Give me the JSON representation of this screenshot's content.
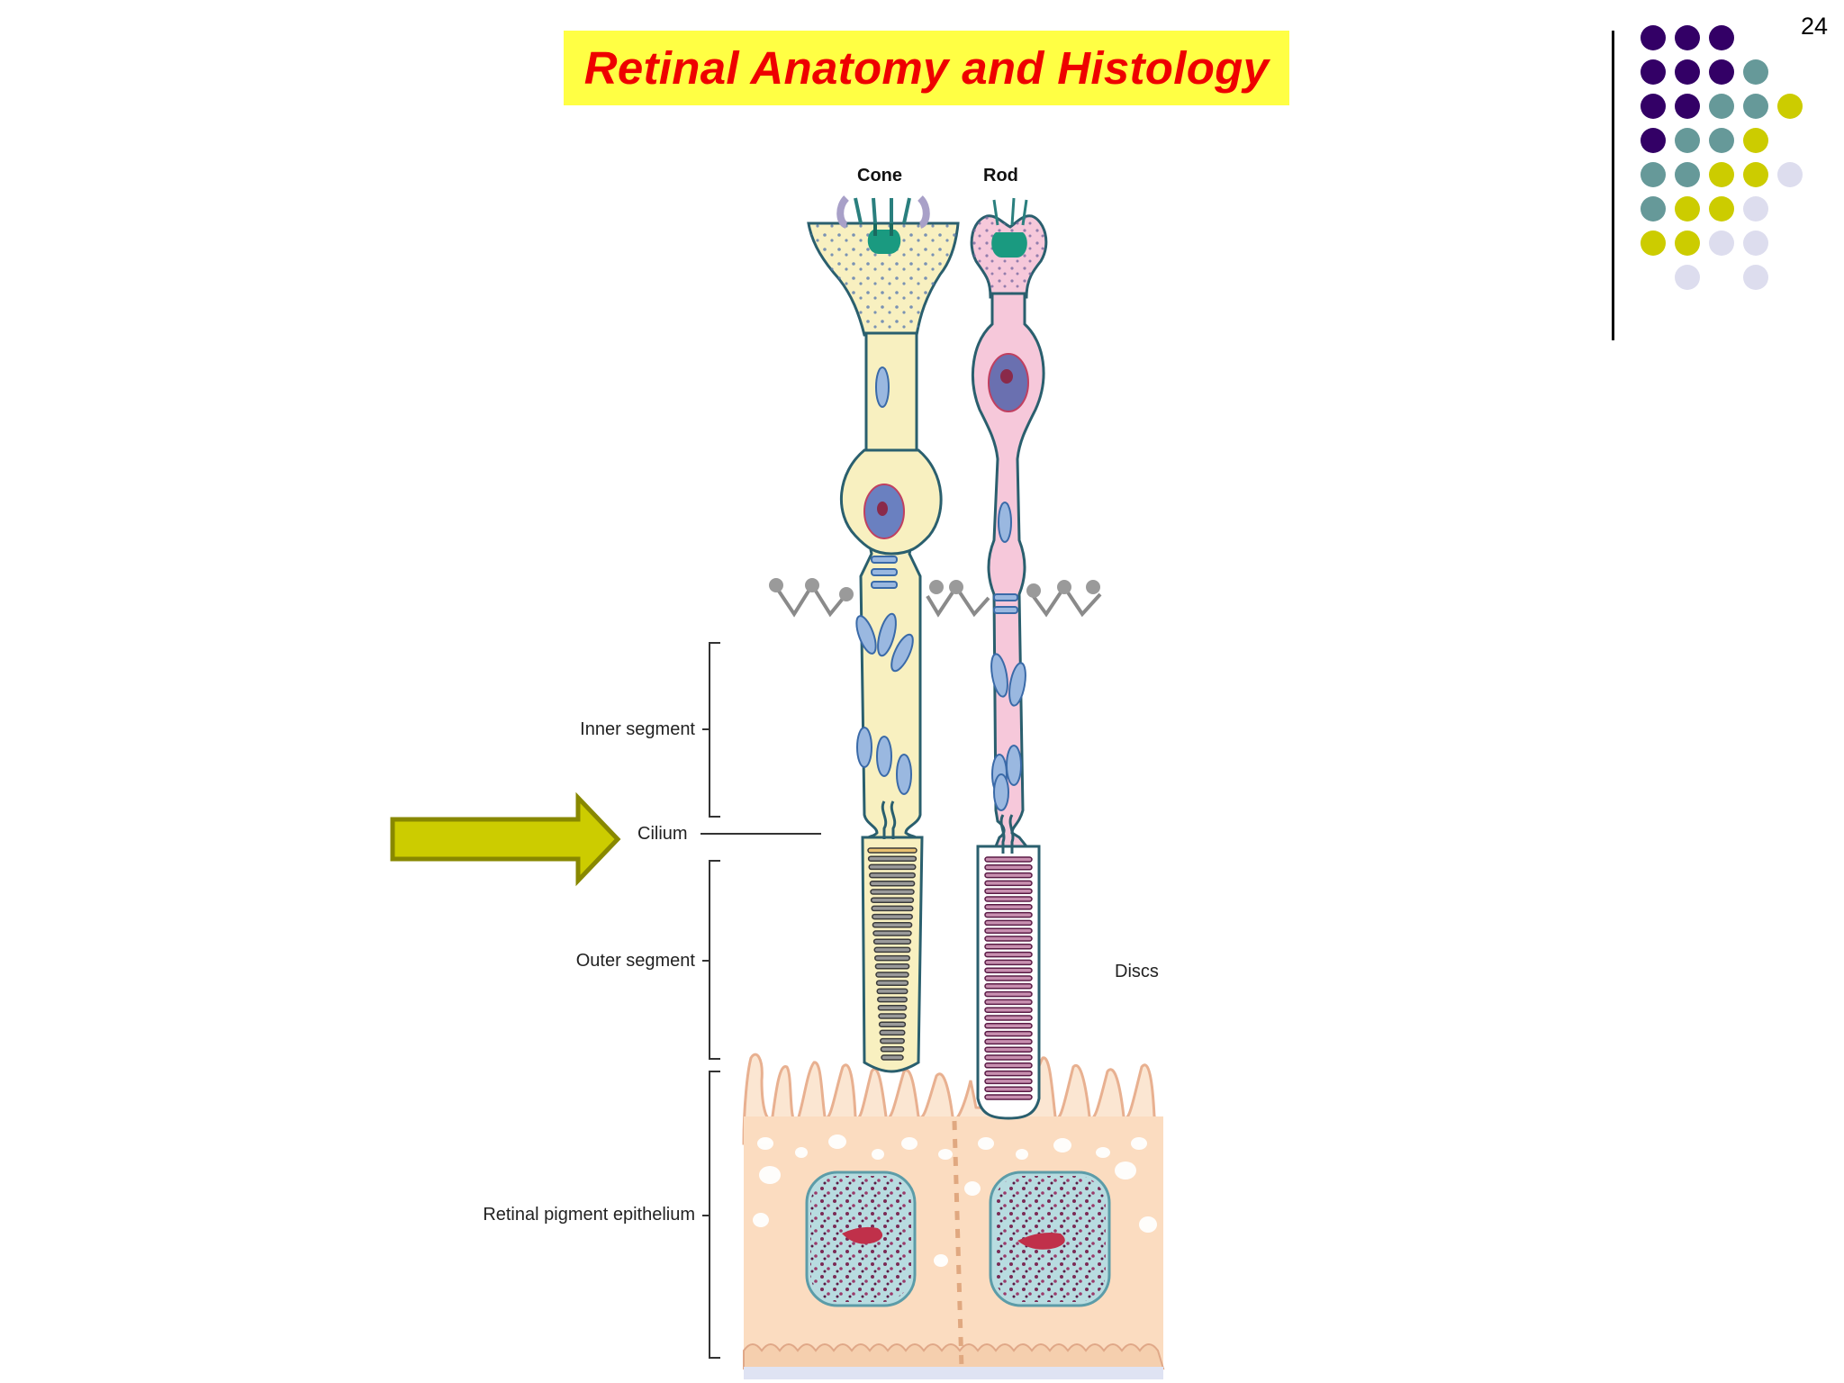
{
  "slide": {
    "title": "Retinal Anatomy and Histology",
    "page_number": "24"
  },
  "diagram": {
    "column_labels": {
      "cone": "Cone",
      "rod": "Rod"
    },
    "labels": {
      "inner_segment": "Inner segment",
      "cilium": "Cilium",
      "outer_segment": "Outer segment",
      "discs": "Discs",
      "rpe": "Retinal pigment epithelium"
    }
  },
  "colors": {
    "title_bg": "#ffff44",
    "title_text": "#ee0000",
    "arrow": "#cccc00",
    "arrow_border": "#888800",
    "purple": "#330066",
    "teal": "#669999",
    "olive": "#cccc00",
    "lavender": "#ddddee",
    "cone_fill": "#f8f0c0",
    "rod_fill": "#f6c8da",
    "rpe_fill": "#fbdcc0",
    "outline": "#2a5f6e"
  },
  "decor_dots": [
    [
      "purple",
      "purple",
      "purple",
      "",
      "",
      ""
    ],
    [
      "purple",
      "purple",
      "purple",
      "teal",
      "",
      ""
    ],
    [
      "purple",
      "purple",
      "teal",
      "teal",
      "olive",
      ""
    ],
    [
      "purple",
      "teal",
      "teal",
      "olive",
      "",
      ""
    ],
    [
      "teal",
      "teal",
      "olive",
      "olive",
      "lavender",
      ""
    ],
    [
      "teal",
      "olive",
      "olive",
      "lavender",
      "",
      ""
    ],
    [
      "olive",
      "olive",
      "lavender",
      "lavender",
      "",
      ""
    ],
    [
      "",
      "lavender",
      "",
      "lavender",
      "",
      ""
    ]
  ]
}
